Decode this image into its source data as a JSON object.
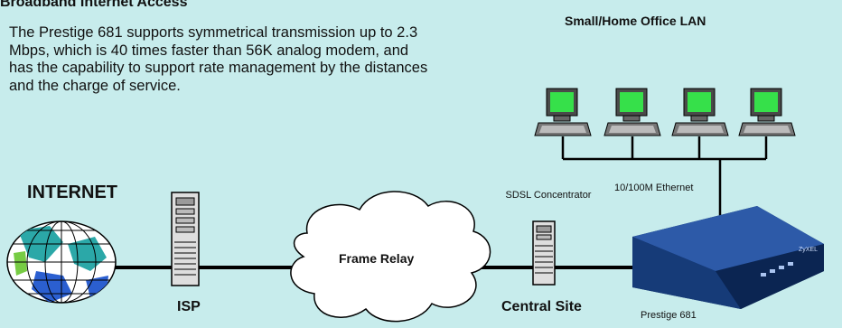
{
  "title": "Broadband Internet Access",
  "description": "The Prestige 681 supports symmetrical transmission up to 2.3 Mbps, which is 40 times faster than 56K analog modem, and has the capability to support rate management by the distances and the charge of service.",
  "lan_label": "Small/Home Office LAN",
  "internet_label": "INTERNET",
  "ethernet_label": "10/100M Ethernet",
  "concentrator_label": "SDSL Concentrator",
  "frame_relay_label": "Frame Relay",
  "isp_label": "ISP",
  "central_site_label": "Central Site",
  "router_label": "Prestige 681",
  "router_brand": "ZyXEL",
  "colors": {
    "background": "#c7ecec",
    "router": "#1b3f80",
    "cloud": "#ffffff"
  }
}
